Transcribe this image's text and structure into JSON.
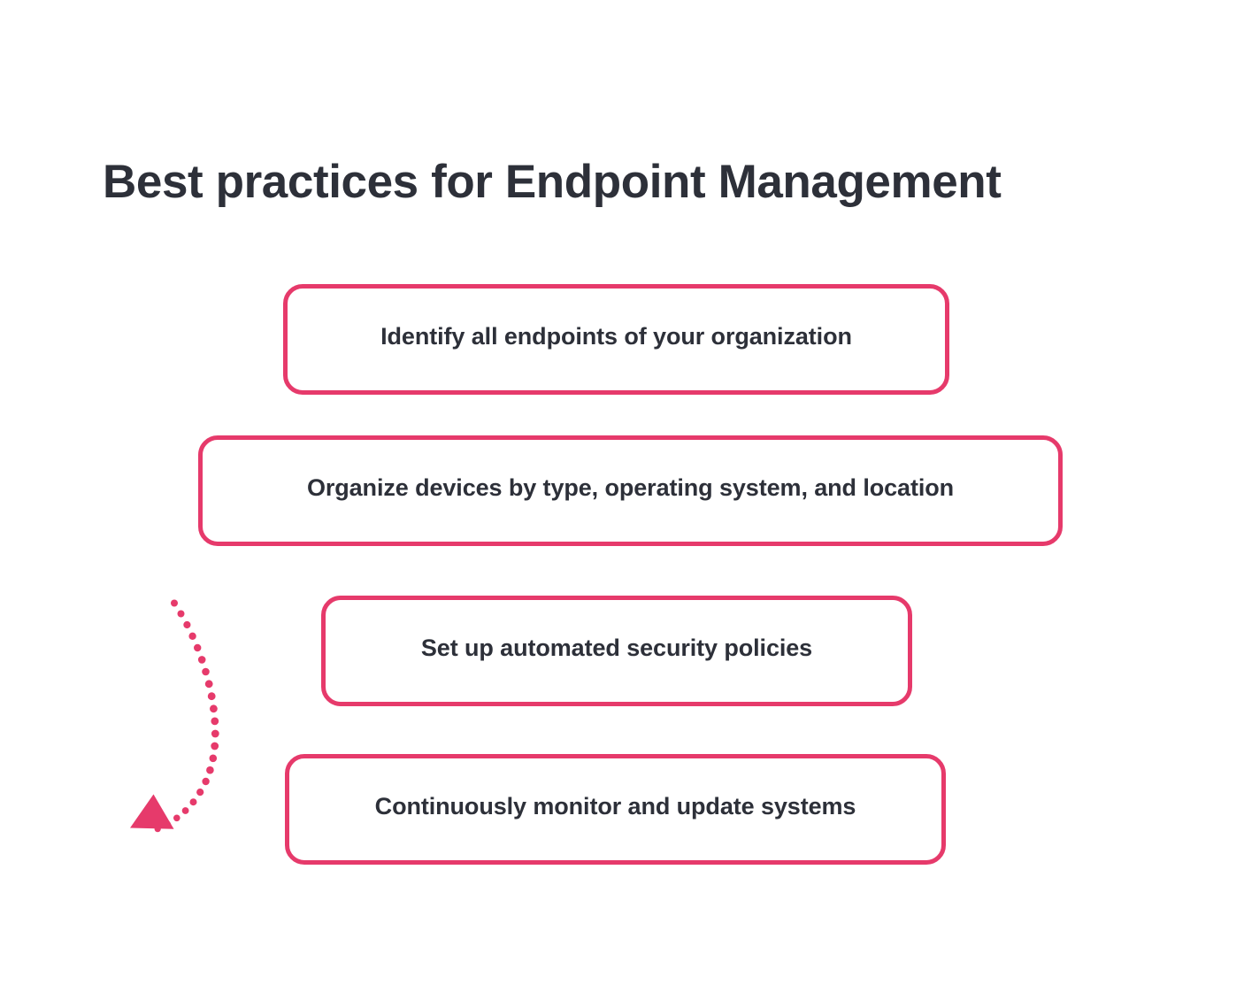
{
  "page": {
    "background_color": "#ffffff",
    "title": "Best practices for Endpoint Management",
    "title_color": "#2d3039",
    "accent_color": "#e63a6b"
  },
  "steps": [
    {
      "order": "1",
      "label": "Identify all endpoints of your organization"
    },
    {
      "order": "2",
      "label": "Organize devices by type, operating system, and location"
    },
    {
      "order": "3",
      "label": "Set up automated security policies"
    },
    {
      "order": "4",
      "label": "Continuously monitor and update systems"
    }
  ],
  "arrow": {
    "name": "dotted-curved-arrow",
    "style": "dotted",
    "color": "#e63a6b",
    "direction": "down-left",
    "dot_count": "22"
  }
}
